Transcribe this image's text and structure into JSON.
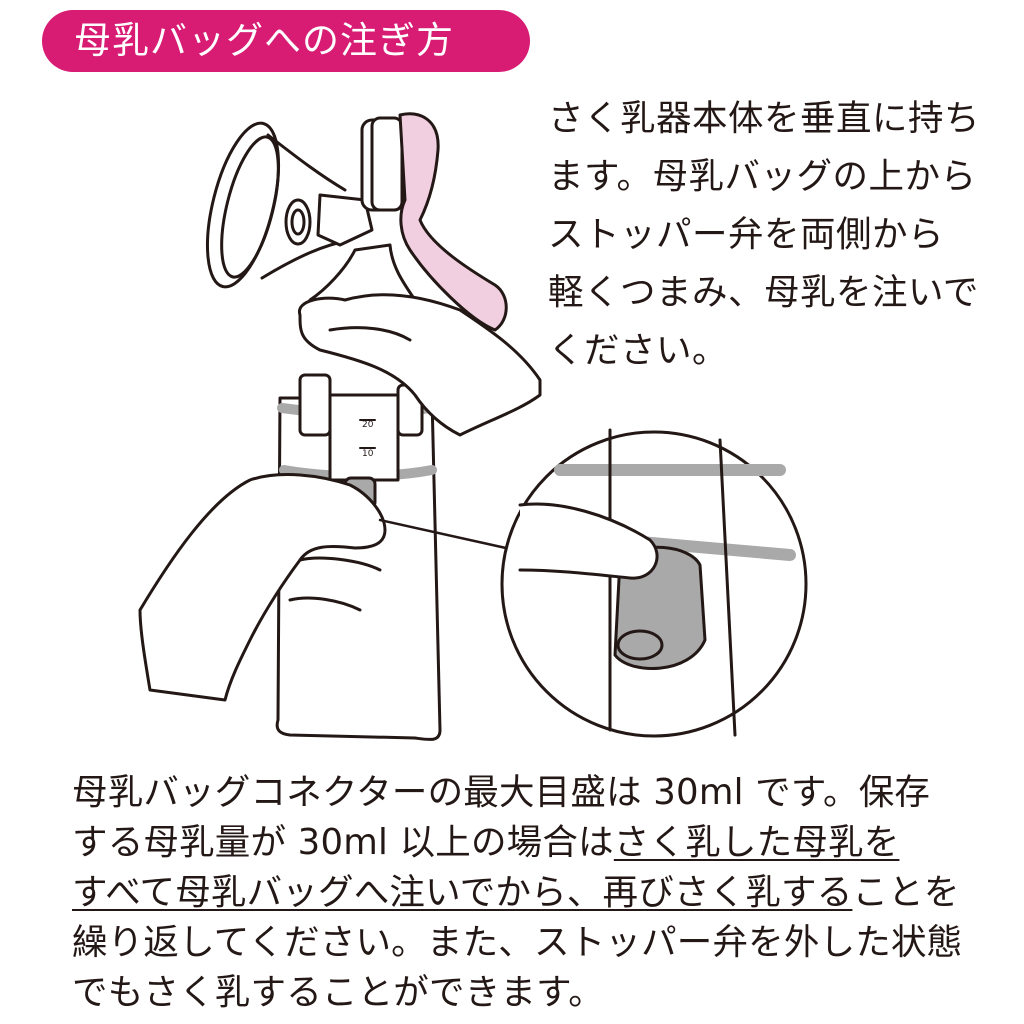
{
  "colors": {
    "accent": "#d81b73",
    "part_pink": "#f1cfe0",
    "part_gray": "#a9a9a9"
  },
  "title": "母乳バッグへの注ぎ方",
  "instruction": {
    "lines": [
      "さく乳器本体を垂直に持ち",
      "ます。母乳バッグの上から",
      "ストッパー弁を両側から",
      "軽くつまみ、母乳を注いで",
      "ください。"
    ]
  },
  "illustration": {
    "scale_top": "20",
    "scale_bottom": "10"
  },
  "note": {
    "line1": "母乳バッグコネクターの最大目盛は 30ml です。保存",
    "line2_plain": "する母乳量が 30ml 以上の場合は",
    "line2_ul": "さく乳した母乳を",
    "line3_ul": "すべて母乳バッグへ注いでから、再びさく乳する",
    "line3_plain": "ことを",
    "line4": "繰り返してください。また、ストッパー弁を外した状態",
    "line5": "でもさく乳することができます。"
  }
}
